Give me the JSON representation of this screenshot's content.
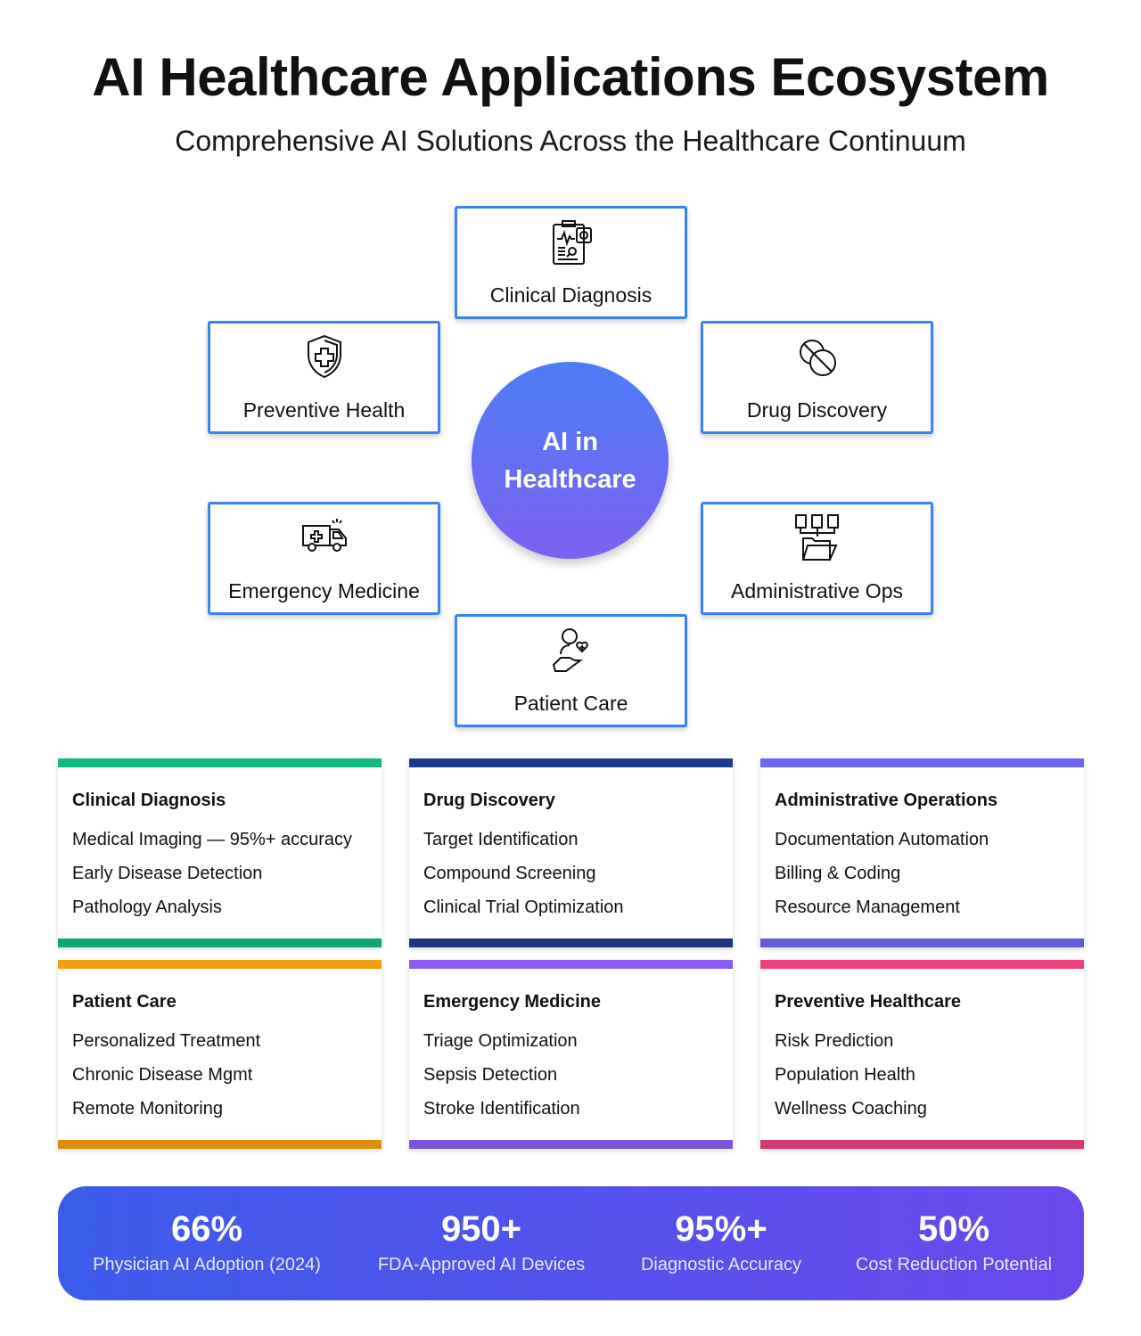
{
  "title": "AI Healthcare Applications Ecosystem",
  "subtitle": "Comprehensive AI Solutions Across the Healthcare Continuum",
  "hub": {
    "line1": "AI in",
    "line2": "Healthcare"
  },
  "nodes": [
    {
      "label": "Clinical Diagnosis",
      "icon": "clipboard-diagnosis-icon"
    },
    {
      "label": "Preventive Health",
      "icon": "shield-cross-icon"
    },
    {
      "label": "Drug Discovery",
      "icon": "pills-icon"
    },
    {
      "label": "Emergency Medicine",
      "icon": "ambulance-icon"
    },
    {
      "label": "Administrative Ops",
      "icon": "documents-folder-icon"
    },
    {
      "label": "Patient Care",
      "icon": "hand-heart-patient-icon"
    }
  ],
  "cards": [
    {
      "title": "Clinical Diagnosis",
      "color": "#10b981",
      "items": [
        "Medical Imaging — 95%+ accuracy",
        "Early Disease Detection",
        "Pathology Analysis"
      ]
    },
    {
      "title": "Drug Discovery",
      "color": "#1e3a8a",
      "items": [
        "Target Identification",
        "Compound Screening",
        "Clinical Trial Optimization"
      ]
    },
    {
      "title": "Administrative Operations",
      "color": "#6d64f0",
      "items": [
        "Documentation Automation",
        "Billing & Coding",
        "Resource Management"
      ]
    },
    {
      "title": "Patient Care",
      "color": "#f59e0b",
      "items": [
        "Personalized Treatment",
        "Chronic Disease Mgmt",
        "Remote Monitoring"
      ]
    },
    {
      "title": "Emergency Medicine",
      "color": "#8b5cf6",
      "items": [
        "Triage Optimization",
        "Sepsis Detection",
        "Stroke Identification"
      ]
    },
    {
      "title": "Preventive Healthcare",
      "color": "#f0407a",
      "items": [
        "Risk Prediction",
        "Population Health",
        "Wellness Coaching"
      ]
    }
  ],
  "stats": [
    {
      "value": "66%",
      "label": "Physician AI Adoption (2024)"
    },
    {
      "value": "950+",
      "label": "FDA-Approved AI Devices"
    },
    {
      "value": "95%+",
      "label": "Diagnostic Accuracy"
    },
    {
      "value": "50%",
      "label": "Cost Reduction Potential"
    }
  ]
}
